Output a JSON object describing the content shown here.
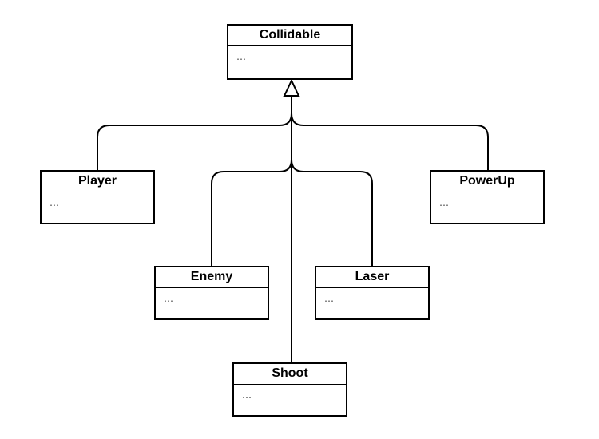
{
  "classes": {
    "collidable": {
      "name": "Collidable",
      "body": "…"
    },
    "player": {
      "name": "Player",
      "body": "…"
    },
    "powerup": {
      "name": "PowerUp",
      "body": "…"
    },
    "enemy": {
      "name": "Enemy",
      "body": "…"
    },
    "laser": {
      "name": "Laser",
      "body": "…"
    },
    "shoot": {
      "name": "Shoot",
      "body": "…"
    }
  }
}
